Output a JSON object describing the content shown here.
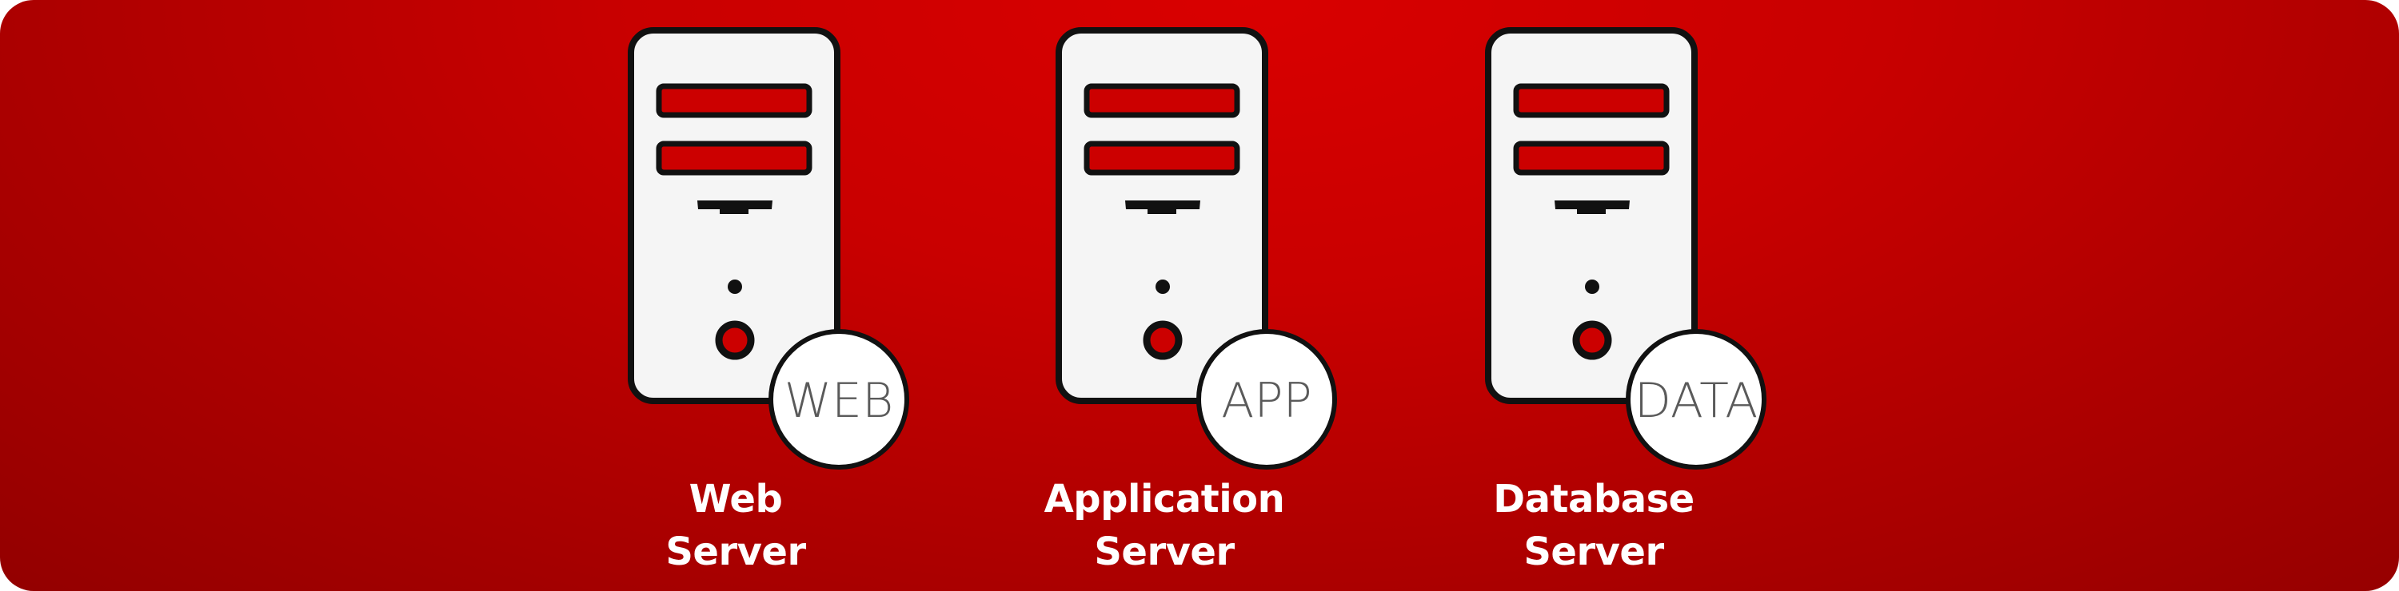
{
  "servers": [
    {
      "badge": "WEB",
      "label_line1": "Web",
      "label_line2": "Server"
    },
    {
      "badge": "APP",
      "label_line1": "Application",
      "label_line2": "Server"
    },
    {
      "badge": "DATA",
      "label_line1": "Database",
      "label_line2": "Server"
    }
  ],
  "colors": {
    "background_center": "#d90000",
    "background_edge": "#930000",
    "server_body": "#f5f5f5",
    "server_outline": "#111111",
    "drive_bay": "#cc0000",
    "label_text": "#ffffff"
  },
  "icons": [
    "server-tower-icon",
    "power-button-icon",
    "status-led-icon"
  ]
}
